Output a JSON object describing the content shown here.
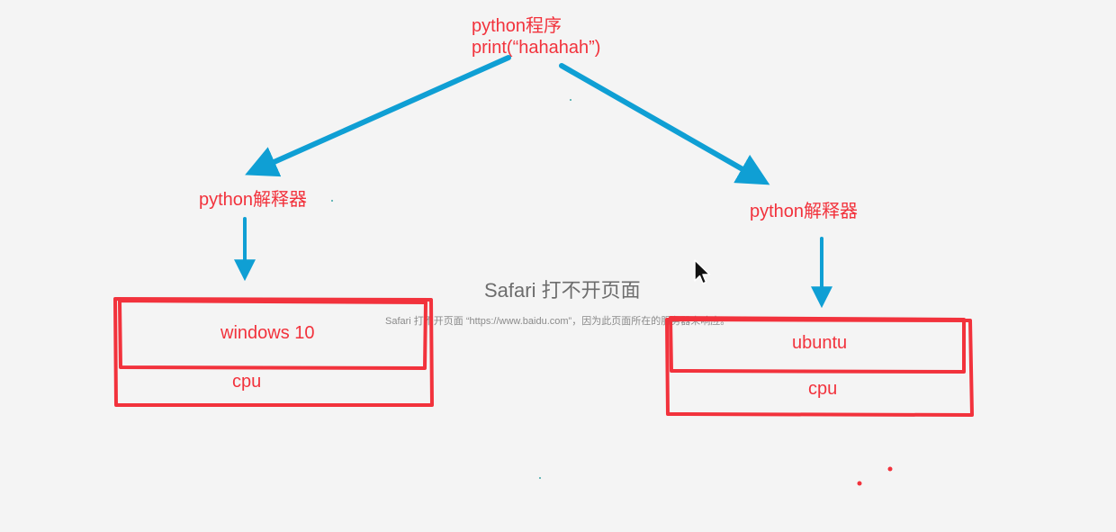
{
  "colors": {
    "annotation_red": "#f2323c",
    "arrow_blue": "#0f9fd4",
    "background": "#f4f4f4"
  },
  "program": {
    "title": "python程序",
    "code": "print(“hahahah”)"
  },
  "left_branch": {
    "interpreter": "python解释器",
    "os": "windows 10",
    "hardware": "cpu"
  },
  "right_branch": {
    "interpreter": "python解释器",
    "os": "ubuntu",
    "hardware": "cpu"
  },
  "safari_error": {
    "title": "Safari 打不开页面",
    "message": "Safari 打不开页面 “https://www.baidu.com”，因为此页面所在的服务器未响应。"
  },
  "icons": {
    "cursor": "mouse-pointer-icon"
  }
}
